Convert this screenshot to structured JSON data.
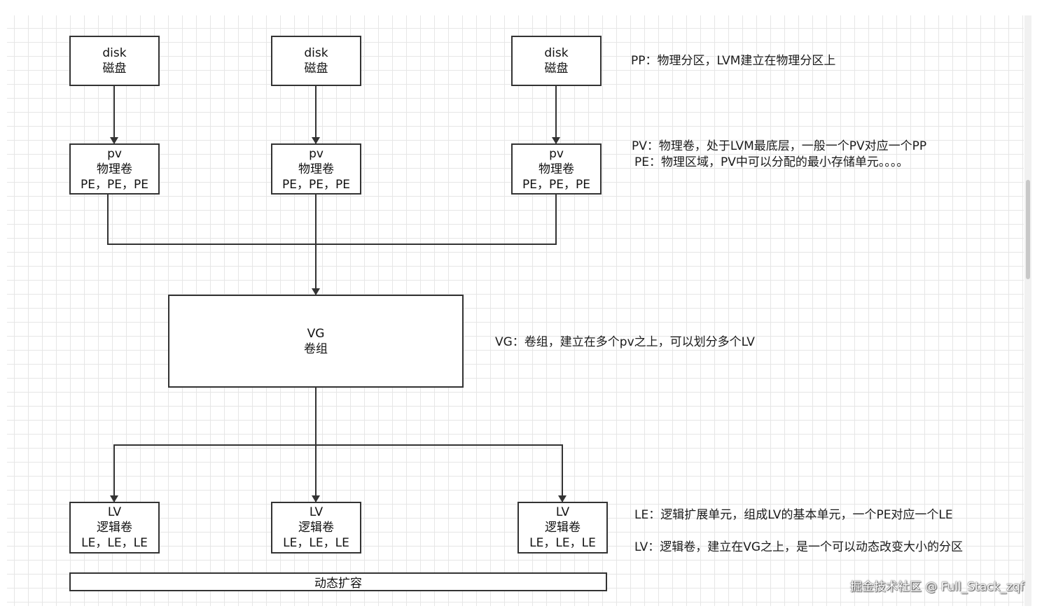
{
  "disks": [
    {
      "title": "disk",
      "subtitle": "磁盘"
    },
    {
      "title": "disk",
      "subtitle": "磁盘"
    },
    {
      "title": "disk",
      "subtitle": "磁盘"
    }
  ],
  "pvs": [
    {
      "title": "pv",
      "subtitle": "物理卷",
      "units": "PE，PE，PE"
    },
    {
      "title": "pv",
      "subtitle": "物理卷",
      "units": "PE，PE，PE"
    },
    {
      "title": "pv",
      "subtitle": "物理卷",
      "units": "PE，PE，PE"
    }
  ],
  "vg": {
    "title": "VG",
    "subtitle": "卷组"
  },
  "lvs": [
    {
      "title": "LV",
      "subtitle": "逻辑卷",
      "units": "LE，LE，LE"
    },
    {
      "title": "LV",
      "subtitle": "逻辑卷",
      "units": "LE，LE，LE"
    },
    {
      "title": "LV",
      "subtitle": "逻辑卷",
      "units": "LE，LE，LE"
    }
  ],
  "expand_label": "动态扩容",
  "notes": {
    "pp": "PP：物理分区，LVM建立在物理分区上",
    "pv": "PV：物理卷，处于LVM最底层，一般一个PV对应一个PP",
    "pe": "PE：物理区域，PV中可以分配的最小存储单元。。。。",
    "vg": "VG：卷组，建立在多个pv之上，可以划分多个LV",
    "le": "LE：逻辑扩展单元，组成LV的基本单元，一个PE对应一个LE",
    "lv": "LV：逻辑卷，建立在VG之上，是一个可以动态改变大小的分区"
  },
  "watermark": "掘金技术社区 @ Full_Stack_zqf",
  "colors": {
    "line": "#333333",
    "grid": "#e6e6e6",
    "background": "#ffffff"
  }
}
